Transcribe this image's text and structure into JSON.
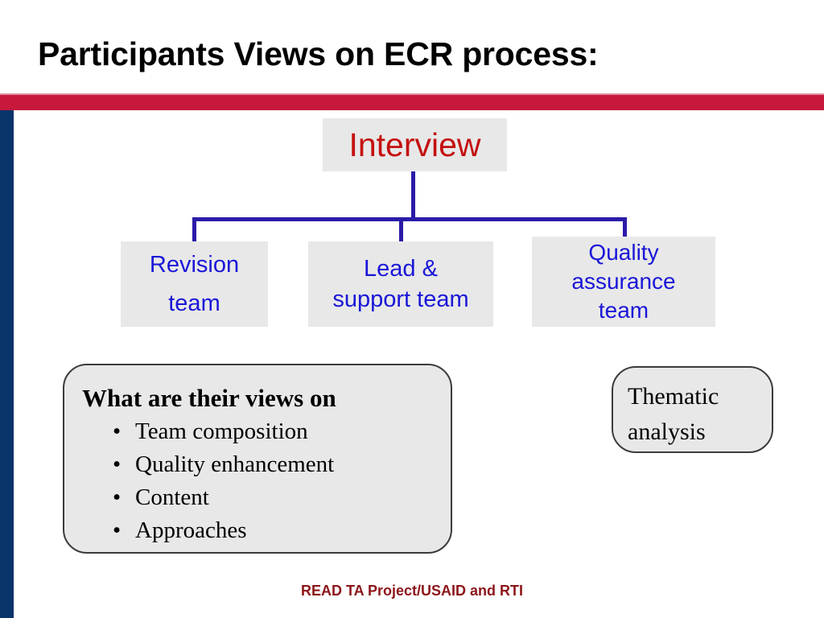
{
  "slide": {
    "title": "Participants Views on ECR process:",
    "accent_bar_color": "#C8193C",
    "side_bar_color": "#08336B",
    "box_fill_color": "#E8E8E8",
    "connector_color": "#2A1BA8",
    "footer": "READ TA Project/USAID and RTI",
    "footer_color": "#8C1519"
  },
  "flowchart": {
    "root": {
      "label": "Interview",
      "text_color": "#C41010"
    },
    "children": [
      {
        "label": "Revision team",
        "line1": "Revision",
        "line2": "team",
        "text_color": "#1A16D8"
      },
      {
        "label": "Lead & support team",
        "line1": "Lead &",
        "line2": "support team",
        "text_color": "#1A16D8"
      },
      {
        "label": "Quality assurance team",
        "line1": "Quality",
        "line2": "assurance",
        "line3": "team",
        "text_color": "#1A16D8"
      }
    ]
  },
  "callouts": {
    "views": {
      "heading": "What are their views on",
      "bullet_glyph": "•",
      "items": [
        "Team composition",
        "Quality enhancement",
        "Content",
        "Approaches"
      ]
    },
    "thematic": {
      "line1": "Thematic",
      "line2": "analysis"
    }
  }
}
